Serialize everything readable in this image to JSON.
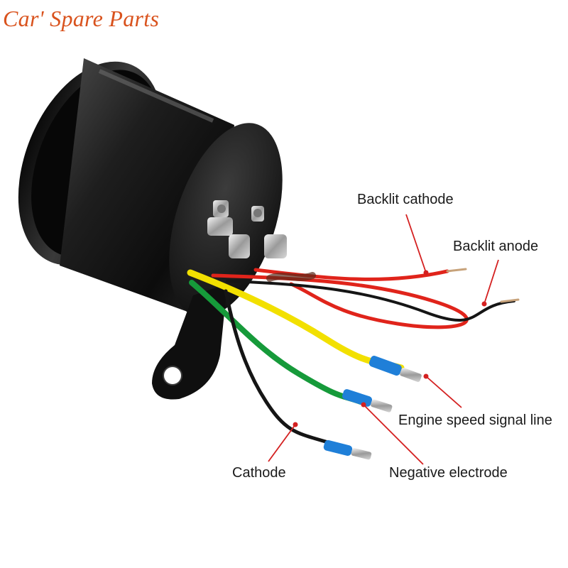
{
  "brand": {
    "text": "Car' Spare Parts",
    "color": "#d9531e"
  },
  "callouts": {
    "backlit_cathode": "Backlit cathode",
    "backlit_anode": "Backlit anode",
    "engine_speed_signal_line": "Engine speed signal line",
    "cathode": "Cathode",
    "negative_electrode": "Negative electrode"
  },
  "colors": {
    "callout_line": "#d42020",
    "wire_red": "#e0241b",
    "wire_black": "#151515",
    "wire_yellow": "#f2e000",
    "wire_green": "#169a3a",
    "connector_blue": "#1f7fd8",
    "gauge_body": "#1b1b1b"
  }
}
